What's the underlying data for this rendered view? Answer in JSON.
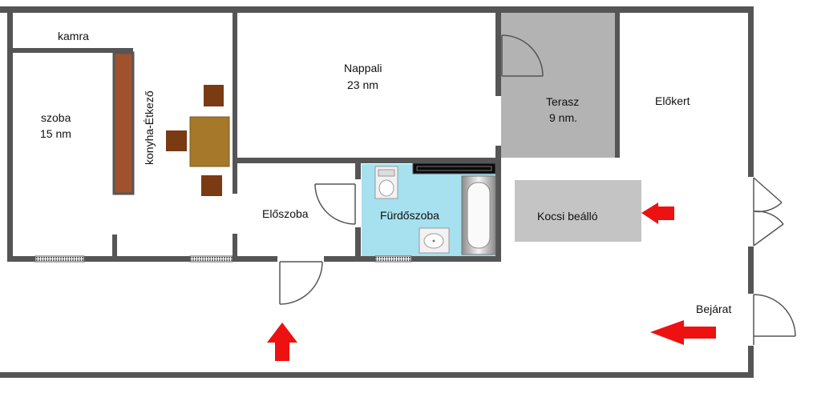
{
  "rooms": {
    "kamra": {
      "name": "kamra"
    },
    "szoba": {
      "name": "szoba",
      "area": "15 nm"
    },
    "konyha": {
      "name": "konyha-Étkező"
    },
    "nappali": {
      "name": "Nappali",
      "area": "23 nm"
    },
    "terasz": {
      "name": "Terasz",
      "area": "9 nm."
    },
    "elokert": {
      "name": "Előkert"
    },
    "eloszoba": {
      "name": "Előszoba"
    },
    "furdoszoba": {
      "name": "Fürdőszoba"
    },
    "kocsi": {
      "name": "Kocsi beálló"
    },
    "bejarat": {
      "name": "Bejárat"
    }
  },
  "colors": {
    "wall": "#555555",
    "terrace_fill": "#b3b3b3",
    "bathroom_fill": "#a7e0ee",
    "parking_fill": "#c4c4c4",
    "counter_fill": "#a0522d",
    "table_fill": "#a5782a",
    "chair_fill": "#7a3a12",
    "arrow": "#ee1111"
  }
}
